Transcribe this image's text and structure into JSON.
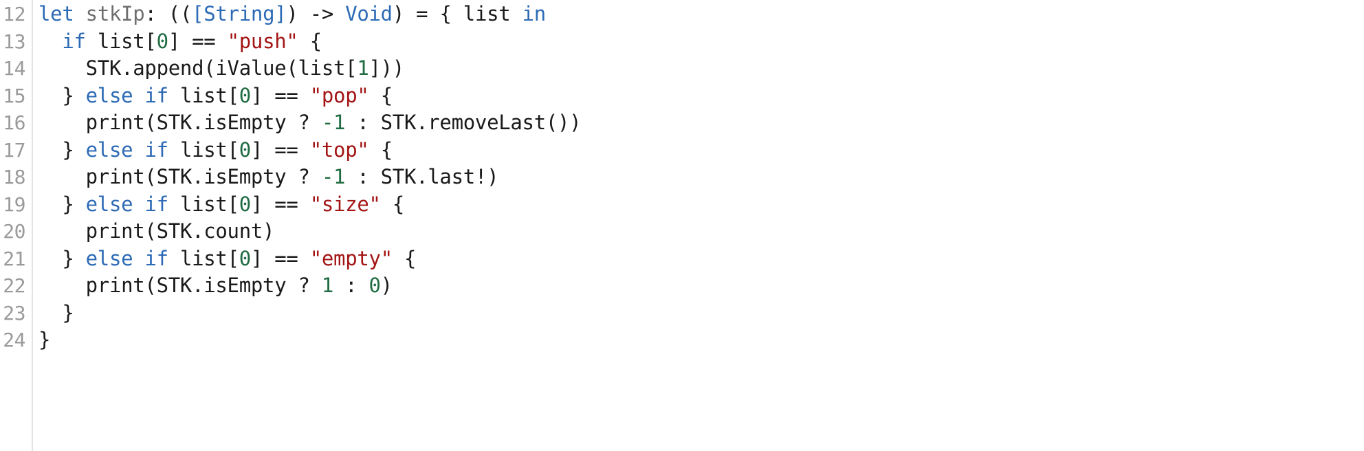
{
  "editor": {
    "language": "Swift",
    "first_line_number": 12,
    "last_line_number": 24,
    "colors": {
      "background": "#ffffff",
      "gutter_text": "#9a9a9a",
      "gutter_rule": "#e3e3e3",
      "keyword": "#2c6ab5",
      "type": "#2c6ab5",
      "string": "#a31515",
      "number": "#1f6b42",
      "plain": "#1a1a1a",
      "variable_declaration": "#6e6e6e"
    },
    "lines": [
      {
        "number": "12",
        "text": "let stkIp: (([String]) -> Void) = { list in",
        "tokens": [
          {
            "t": "let",
            "c": "tok-kw"
          },
          {
            "t": " ",
            "c": "tok-plain"
          },
          {
            "t": "stkIp",
            "c": "tok-var"
          },
          {
            "t": ": ((",
            "c": "tok-plain"
          },
          {
            "t": "[String]",
            "c": "tok-type"
          },
          {
            "t": ") -> ",
            "c": "tok-plain"
          },
          {
            "t": "Void",
            "c": "tok-type"
          },
          {
            "t": ") = { list ",
            "c": "tok-plain"
          },
          {
            "t": "in",
            "c": "tok-kw"
          }
        ]
      },
      {
        "number": "13",
        "text": "  if list[0] == \"push\" {",
        "tokens": [
          {
            "t": "  ",
            "c": "tok-plain"
          },
          {
            "t": "if",
            "c": "tok-kw"
          },
          {
            "t": " list[",
            "c": "tok-plain"
          },
          {
            "t": "0",
            "c": "tok-num"
          },
          {
            "t": "] == ",
            "c": "tok-plain"
          },
          {
            "t": "\"push\"",
            "c": "tok-str"
          },
          {
            "t": " {",
            "c": "tok-plain"
          }
        ]
      },
      {
        "number": "14",
        "text": "    STK.append(iValue(list[1]))",
        "tokens": [
          {
            "t": "    STK.append(iValue(list[",
            "c": "tok-plain"
          },
          {
            "t": "1",
            "c": "tok-num"
          },
          {
            "t": "]))",
            "c": "tok-plain"
          }
        ]
      },
      {
        "number": "15",
        "text": "  } else if list[0] == \"pop\" {",
        "tokens": [
          {
            "t": "  } ",
            "c": "tok-plain"
          },
          {
            "t": "else",
            "c": "tok-kw"
          },
          {
            "t": " ",
            "c": "tok-plain"
          },
          {
            "t": "if",
            "c": "tok-kw"
          },
          {
            "t": " list[",
            "c": "tok-plain"
          },
          {
            "t": "0",
            "c": "tok-num"
          },
          {
            "t": "] == ",
            "c": "tok-plain"
          },
          {
            "t": "\"pop\"",
            "c": "tok-str"
          },
          {
            "t": " {",
            "c": "tok-plain"
          }
        ]
      },
      {
        "number": "16",
        "text": "    print(STK.isEmpty ? -1 : STK.removeLast())",
        "tokens": [
          {
            "t": "    print(STK.isEmpty ? ",
            "c": "tok-plain"
          },
          {
            "t": "-1",
            "c": "tok-num"
          },
          {
            "t": " : STK.removeLast())",
            "c": "tok-plain"
          }
        ]
      },
      {
        "number": "17",
        "text": "  } else if list[0] == \"top\" {",
        "tokens": [
          {
            "t": "  } ",
            "c": "tok-plain"
          },
          {
            "t": "else",
            "c": "tok-kw"
          },
          {
            "t": " ",
            "c": "tok-plain"
          },
          {
            "t": "if",
            "c": "tok-kw"
          },
          {
            "t": " list[",
            "c": "tok-plain"
          },
          {
            "t": "0",
            "c": "tok-num"
          },
          {
            "t": "] == ",
            "c": "tok-plain"
          },
          {
            "t": "\"top\"",
            "c": "tok-str"
          },
          {
            "t": " {",
            "c": "tok-plain"
          }
        ]
      },
      {
        "number": "18",
        "text": "    print(STK.isEmpty ? -1 : STK.last!)",
        "tokens": [
          {
            "t": "    print(STK.isEmpty ? ",
            "c": "tok-plain"
          },
          {
            "t": "-1",
            "c": "tok-num"
          },
          {
            "t": " : STK.last!)",
            "c": "tok-plain"
          }
        ]
      },
      {
        "number": "19",
        "text": "  } else if list[0] == \"size\" {",
        "tokens": [
          {
            "t": "  } ",
            "c": "tok-plain"
          },
          {
            "t": "else",
            "c": "tok-kw"
          },
          {
            "t": " ",
            "c": "tok-plain"
          },
          {
            "t": "if",
            "c": "tok-kw"
          },
          {
            "t": " list[",
            "c": "tok-plain"
          },
          {
            "t": "0",
            "c": "tok-num"
          },
          {
            "t": "] == ",
            "c": "tok-plain"
          },
          {
            "t": "\"size\"",
            "c": "tok-str"
          },
          {
            "t": " {",
            "c": "tok-plain"
          }
        ]
      },
      {
        "number": "20",
        "text": "    print(STK.count)",
        "tokens": [
          {
            "t": "    print(STK.count)",
            "c": "tok-plain"
          }
        ]
      },
      {
        "number": "21",
        "text": "  } else if list[0] == \"empty\" {",
        "tokens": [
          {
            "t": "  } ",
            "c": "tok-plain"
          },
          {
            "t": "else",
            "c": "tok-kw"
          },
          {
            "t": " ",
            "c": "tok-plain"
          },
          {
            "t": "if",
            "c": "tok-kw"
          },
          {
            "t": " list[",
            "c": "tok-plain"
          },
          {
            "t": "0",
            "c": "tok-num"
          },
          {
            "t": "] == ",
            "c": "tok-plain"
          },
          {
            "t": "\"empty\"",
            "c": "tok-str"
          },
          {
            "t": " {",
            "c": "tok-plain"
          }
        ]
      },
      {
        "number": "22",
        "text": "    print(STK.isEmpty ? 1 : 0)",
        "tokens": [
          {
            "t": "    print(STK.isEmpty ? ",
            "c": "tok-plain"
          },
          {
            "t": "1",
            "c": "tok-num"
          },
          {
            "t": " : ",
            "c": "tok-plain"
          },
          {
            "t": "0",
            "c": "tok-num"
          },
          {
            "t": ")",
            "c": "tok-plain"
          }
        ]
      },
      {
        "number": "23",
        "text": "  }",
        "tokens": [
          {
            "t": "  }",
            "c": "tok-plain"
          }
        ]
      },
      {
        "number": "24",
        "text": "}",
        "tokens": [
          {
            "t": "}",
            "c": "tok-plain"
          }
        ]
      }
    ]
  }
}
